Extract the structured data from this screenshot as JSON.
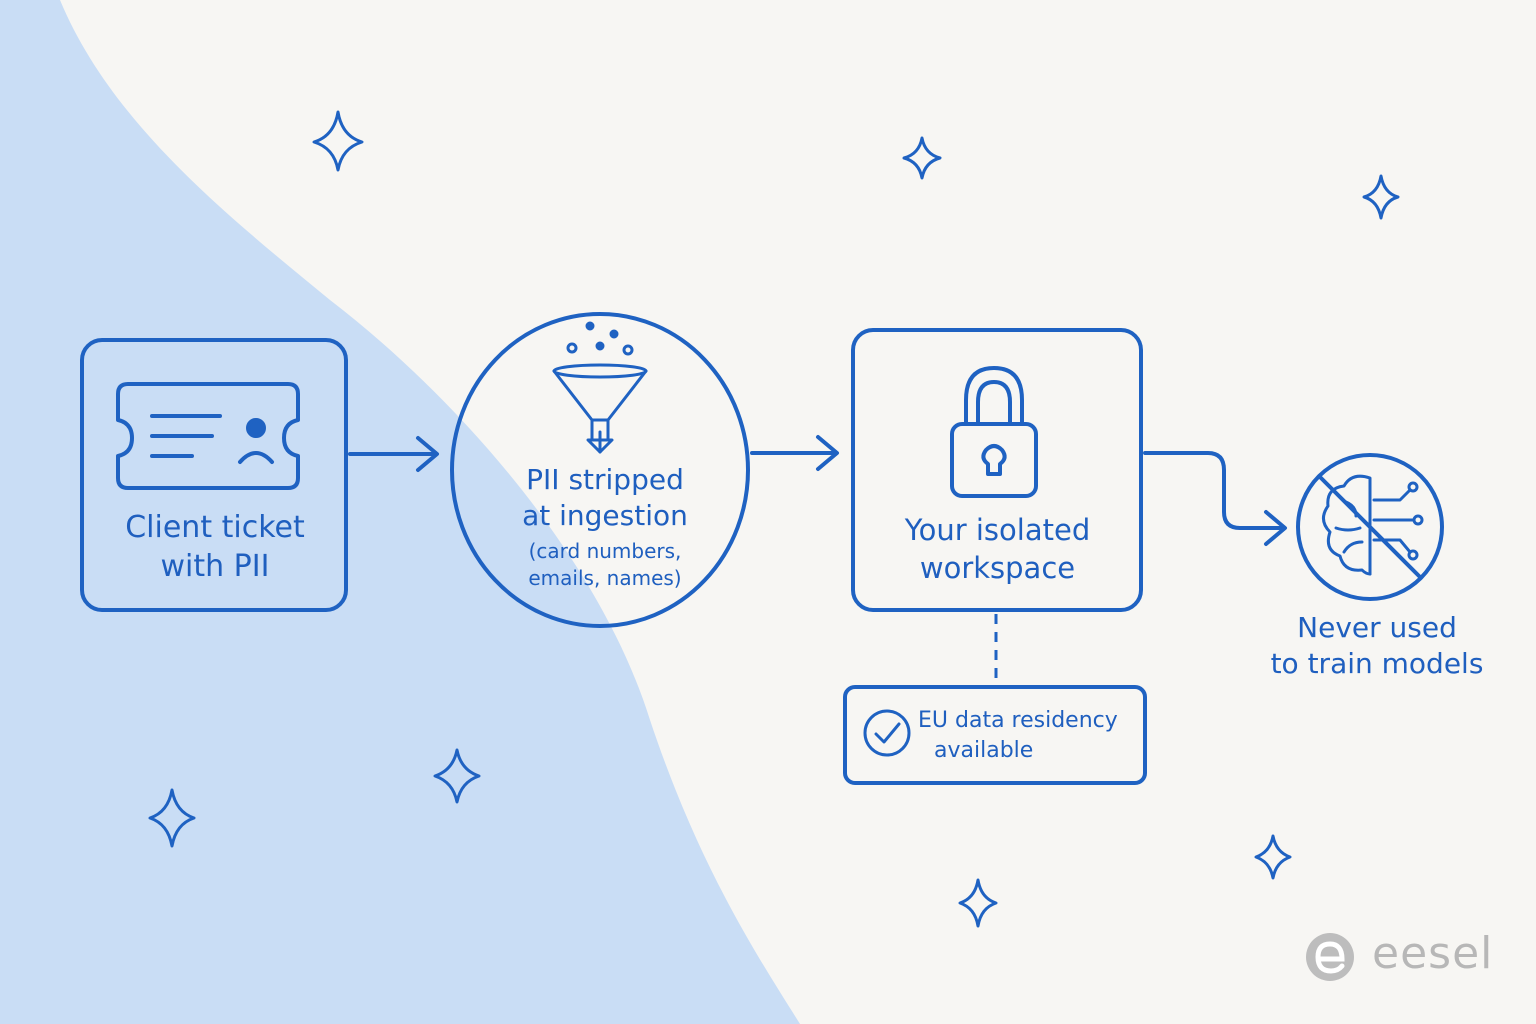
{
  "nodes": {
    "ticket": {
      "line1": "Client ticket",
      "line2": "with PII"
    },
    "strip": {
      "title_line1": "PII stripped",
      "title_line2": "at ingestion",
      "sub_line1": "(card numbers,",
      "sub_line2": "emails, names)"
    },
    "workspace": {
      "line1": "Your isolated",
      "line2": "workspace"
    },
    "never": {
      "line1": "Never used",
      "line2": "to train models"
    },
    "eu": {
      "line1": "EU data residency",
      "line2": "available"
    }
  },
  "brand": {
    "name": "eesel"
  },
  "icons": {
    "ticket": "ticket-icon",
    "funnel": "funnel-icon",
    "lock": "padlock-icon",
    "no_ai": "no-ai-brain-icon",
    "check": "check-circle-icon",
    "sparkle": "sparkle-icon"
  },
  "colors": {
    "ink": "#1f62c2",
    "background": "#f7f6f3",
    "wave": "#c9ddf5",
    "brand_gray": "#b7b7b7"
  }
}
